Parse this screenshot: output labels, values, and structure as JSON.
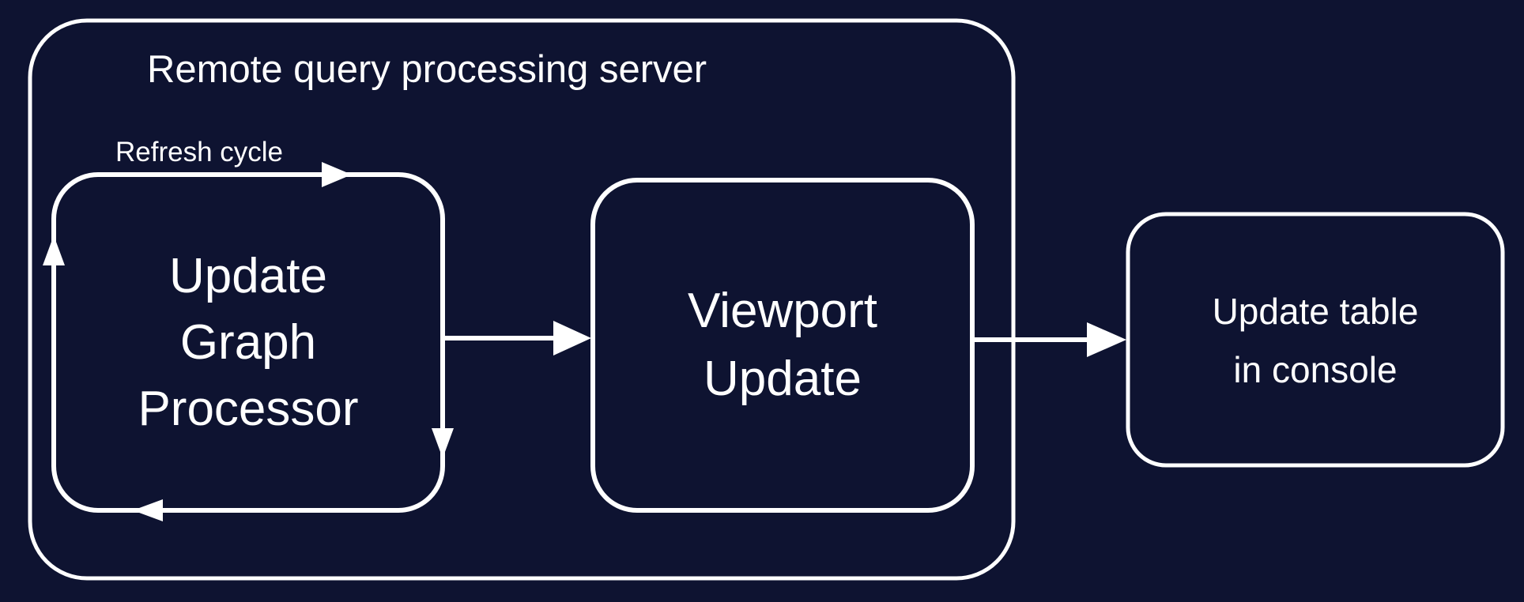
{
  "colors": {
    "background": "#0e1331",
    "line": "#ffffff",
    "text": "#ffffff"
  },
  "diagram": {
    "container_label": "Remote query processing server",
    "refresh_cycle_label": "Refresh cycle",
    "nodes": [
      {
        "id": "update-graph-processor",
        "label": "Update Graph Processor",
        "lines": [
          "Update",
          "Graph",
          "Processor"
        ]
      },
      {
        "id": "viewport-update",
        "label": "Viewport Update",
        "lines": [
          "Viewport",
          "Update"
        ]
      },
      {
        "id": "update-table-in-console",
        "label": "Update table in console",
        "lines": [
          "Update table",
          "in console"
        ]
      }
    ],
    "edges": [
      {
        "from": "update-graph-processor",
        "to": "update-graph-processor",
        "type": "self-loop",
        "label": "Refresh cycle"
      },
      {
        "from": "update-graph-processor",
        "to": "viewport-update",
        "type": "arrow"
      },
      {
        "from": "viewport-update",
        "to": "update-table-in-console",
        "type": "arrow"
      }
    ]
  }
}
